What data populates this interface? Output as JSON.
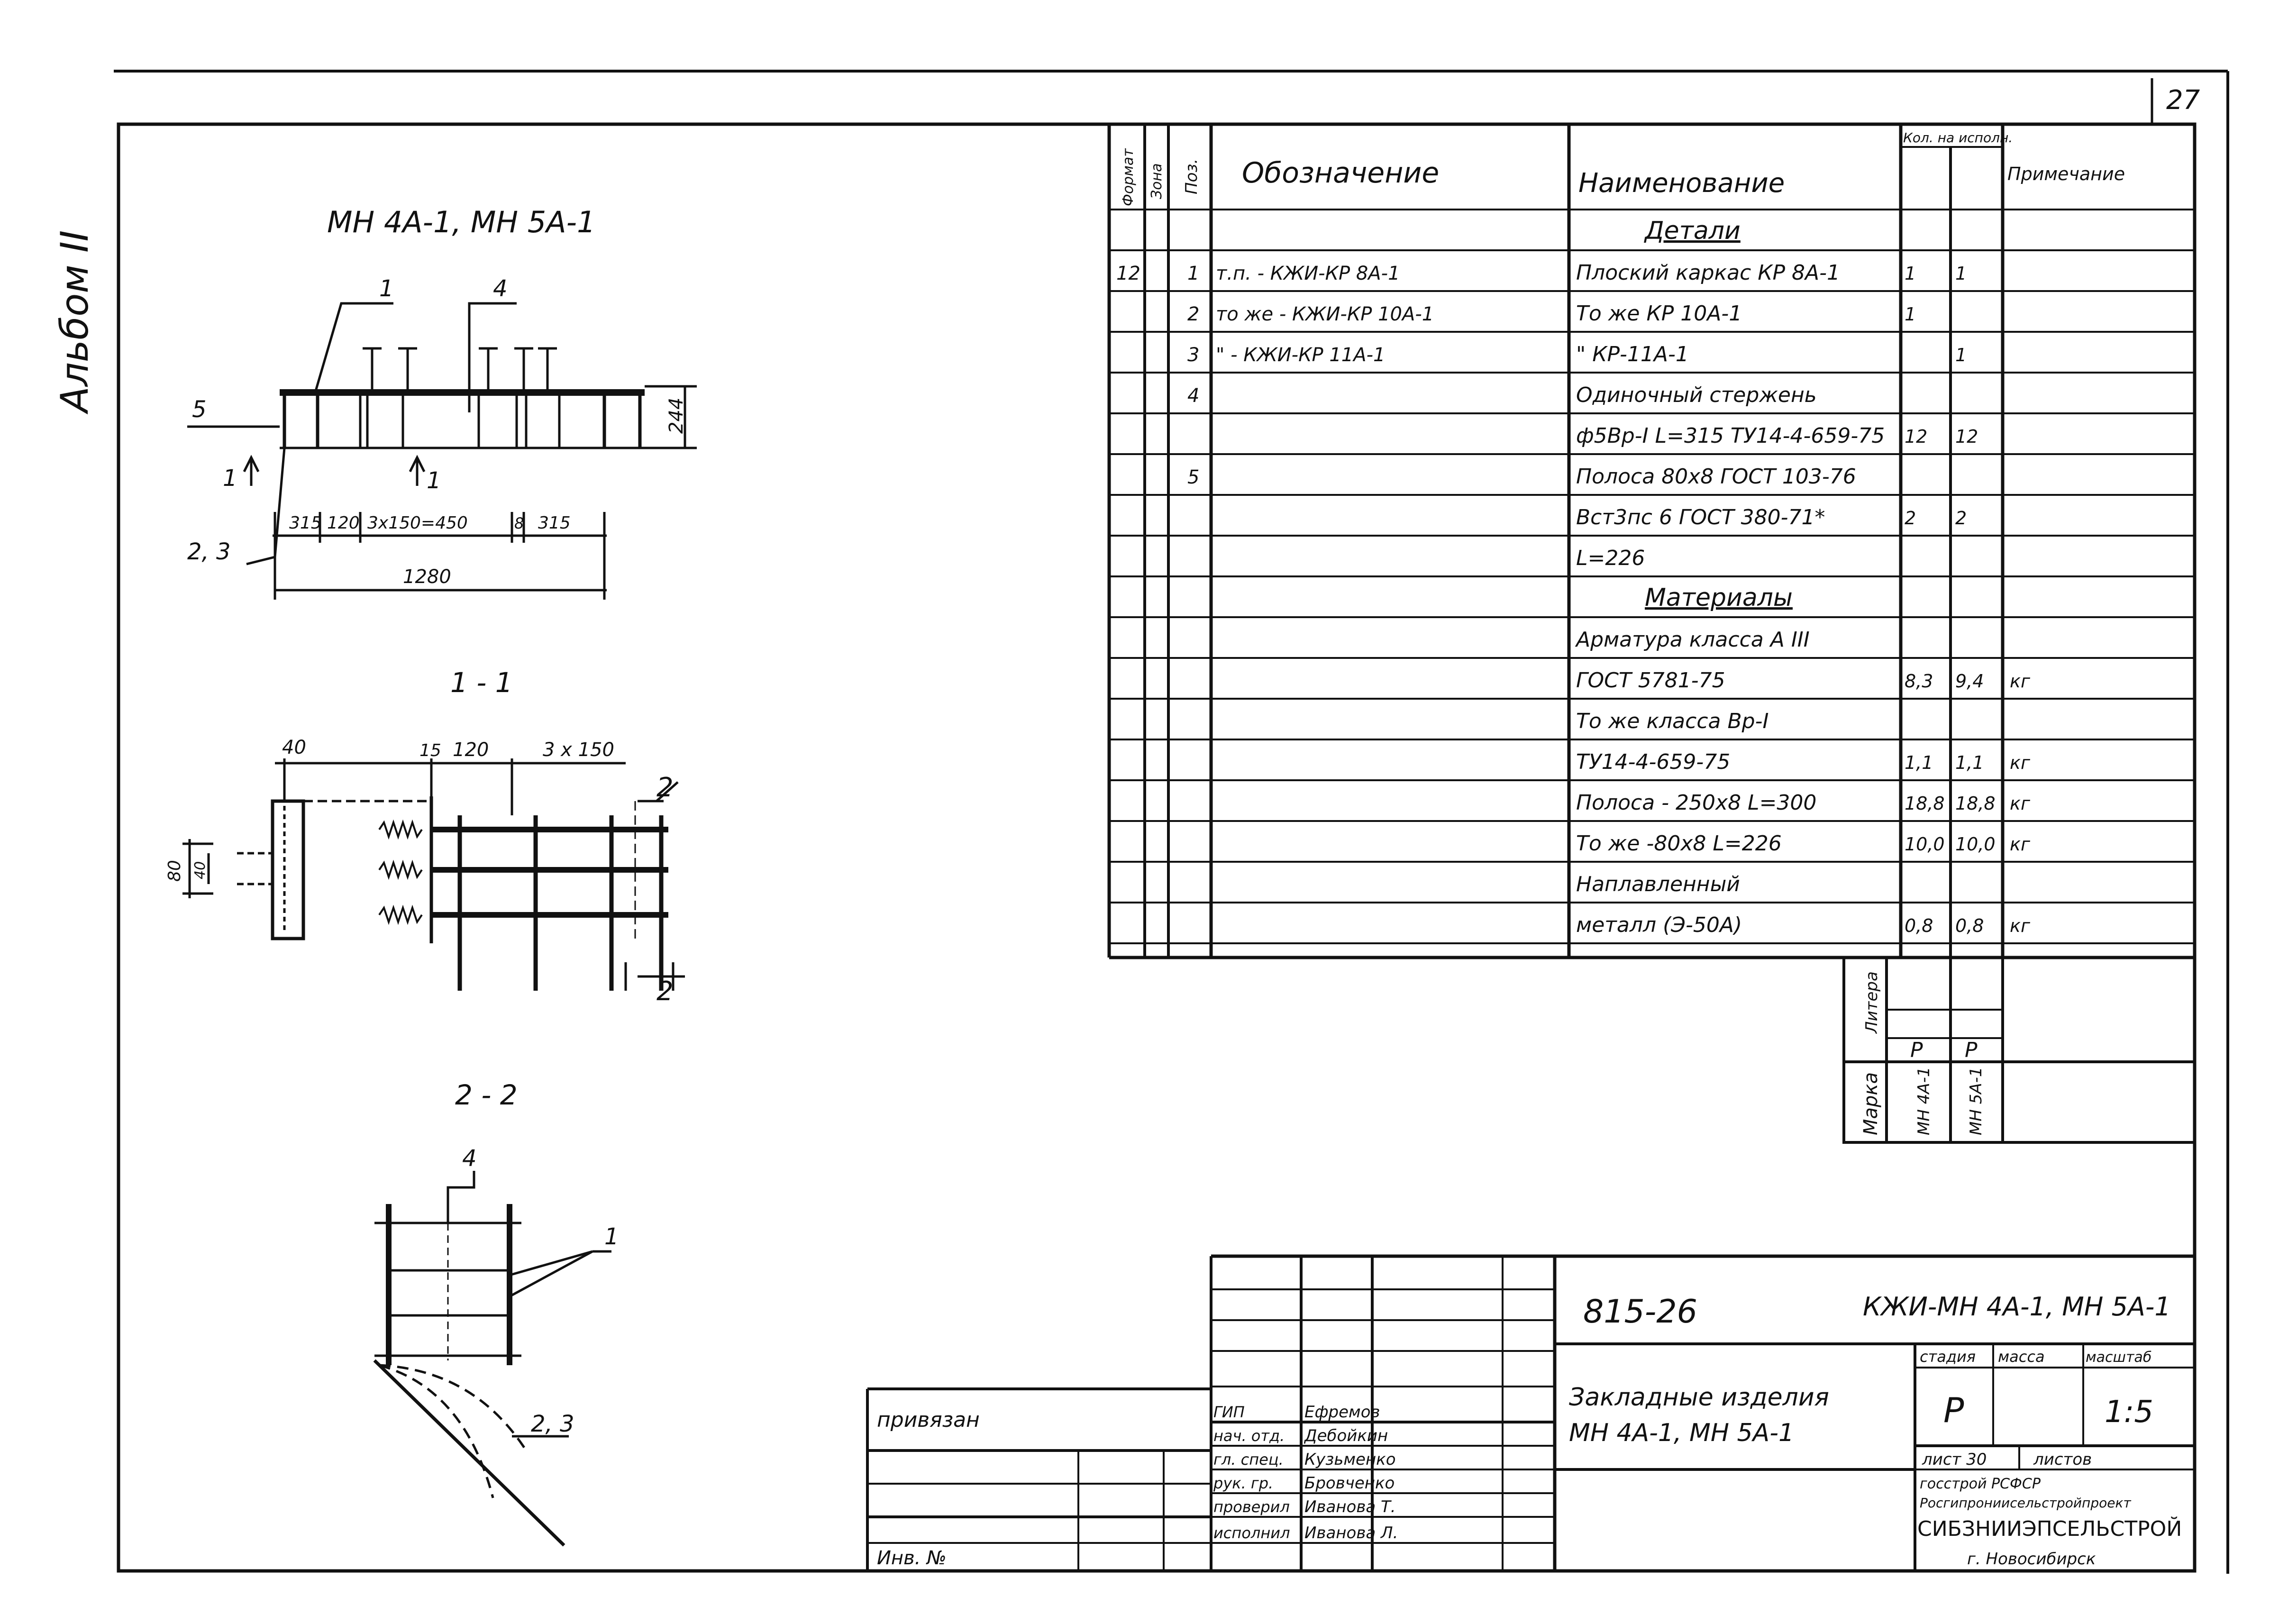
{
  "page_number": "27",
  "side_note": "Альбом II",
  "plan": {
    "title": "МН 4А-1, МН 5А-1",
    "labels": [
      "1",
      "4",
      "5",
      "1",
      "1",
      "2, 3"
    ],
    "dims": [
      "244",
      "315",
      "120",
      "3х150=450",
      "8",
      "315",
      "1280"
    ]
  },
  "section11": {
    "title": "1 - 1",
    "dims": [
      "40",
      "15",
      "120",
      "3 х 150",
      "80",
      "40"
    ],
    "cut_labels": [
      "2",
      "2"
    ]
  },
  "section22": {
    "title": "2 - 2",
    "labels": [
      "4",
      "1",
      "2, 3"
    ]
  },
  "spec": {
    "headers": [
      "Формат",
      "Зона",
      "Поз.",
      "Обозначение",
      "Наименование",
      "Кол. на исполн.",
      "Примечание"
    ],
    "rows": [
      [
        "",
        "",
        "",
        "",
        "Детали",
        "",
        "",
        ""
      ],
      [
        "12",
        "",
        "1",
        "т.п.            - КЖИ-КР 8А-1",
        "Плоский каркас КР 8А-1",
        "1",
        "1",
        ""
      ],
      [
        "",
        "",
        "2",
        "то же     - КЖИ-КР 10А-1",
        "То же          КР 10А-1",
        "1",
        "",
        ""
      ],
      [
        "",
        "",
        "3",
        "\"         - КЖИ-КР 11А-1",
        "\"                  КР-11А-1",
        "",
        "1",
        ""
      ],
      [
        "",
        "",
        "4",
        "",
        "Одиночный стержень",
        "",
        "",
        ""
      ],
      [
        "",
        "",
        "",
        "",
        "ф5Вр-I L=315 ТУ14-4-659-75",
        "12",
        "12",
        ""
      ],
      [
        "",
        "",
        "5",
        "",
        "Полоса 80х8 ГОСТ 103-76",
        "",
        "",
        ""
      ],
      [
        "",
        "",
        "",
        "",
        "Вст3пс 6 ГОСТ 380-71*",
        "2",
        "2",
        ""
      ],
      [
        "",
        "",
        "",
        "",
        "L=226",
        "",
        "",
        ""
      ],
      [
        "",
        "",
        "",
        "",
        "Материалы",
        "",
        "",
        ""
      ],
      [
        "",
        "",
        "",
        "",
        "Арматура класса А III",
        "",
        "",
        ""
      ],
      [
        "",
        "",
        "",
        "",
        "ГОСТ 5781-75",
        "8,3",
        "9,4",
        "кг"
      ],
      [
        "",
        "",
        "",
        "",
        "То же класса Вр-I",
        "",
        "",
        ""
      ],
      [
        "",
        "",
        "",
        "",
        "ТУ14-4-659-75",
        "1,1",
        "1,1",
        "кг"
      ],
      [
        "",
        "",
        "",
        "",
        "Полоса - 250х8 L=300",
        "18,8",
        "18,8",
        "кг"
      ],
      [
        "",
        "",
        "",
        "",
        "То же -80х8 L=226",
        "10,0",
        "10,0",
        "кг"
      ],
      [
        "",
        "",
        "",
        "",
        "Наплавленный",
        "",
        "",
        ""
      ],
      [
        "",
        "",
        "",
        "",
        "металл (Э-50А)",
        "0,8",
        "0,8",
        "кг"
      ]
    ]
  },
  "literas": {
    "litera_label": "Литера",
    "marka_label": "Марка",
    "litera_values": [
      "Р",
      "Р"
    ],
    "marka_values": [
      "МН 4А-1",
      "МН 5А-1"
    ]
  },
  "title_block": {
    "doc_number": "815-26",
    "doc_code": "КЖИ-МН 4А-1, МН 5А-1",
    "name_line1": "Закладные изделия",
    "name_line2": "МН 4А-1, МН 5А-1",
    "stage_label": "стадия",
    "mass_label": "масса",
    "scale_label": "масштаб",
    "stage_value": "Р",
    "scale_value": "1:5",
    "sheet_label": "лист 30",
    "sheets_label": "листов",
    "org1": "госстрой РСФСР",
    "org2": "Росгипрониисельстройпроект",
    "org3": "СИБЗНИИЭПСЕЛЬСТРОЙ",
    "org4": "г. Новосибирск",
    "signatures": [
      [
        "ГИП",
        "Ефремов"
      ],
      [
        "нач. отд.",
        "Дебойкин"
      ],
      [
        "гл. спец.",
        "Кузьменко"
      ],
      [
        "рук. гр.",
        "Бровченко"
      ],
      [
        "проверил",
        "Иванова Т."
      ],
      [
        "исполнил",
        "Иванова Л."
      ]
    ],
    "privyazan": "привязан",
    "inv_no": "Инв. №"
  }
}
